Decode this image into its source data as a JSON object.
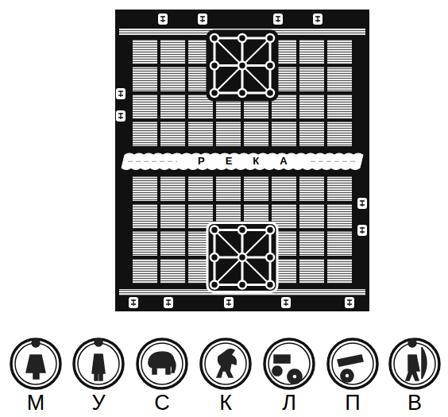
{
  "diagram": {
    "nodes": [
      {
        "text": [
          "М"
        ]
      },
      {
        "text": [
          "У"
        ]
      },
      {
        "text": [
          "С"
        ]
      },
      {
        "text": [
          "К"
        ]
      },
      {
        "text": [
          "Л"
        ]
      },
      {
        "text": [
          "П"
        ]
      },
      {
        "text": [
          "В"
        ]
      }
    ],
    "labels": [
      "РЕКА"
    ]
  }
}
